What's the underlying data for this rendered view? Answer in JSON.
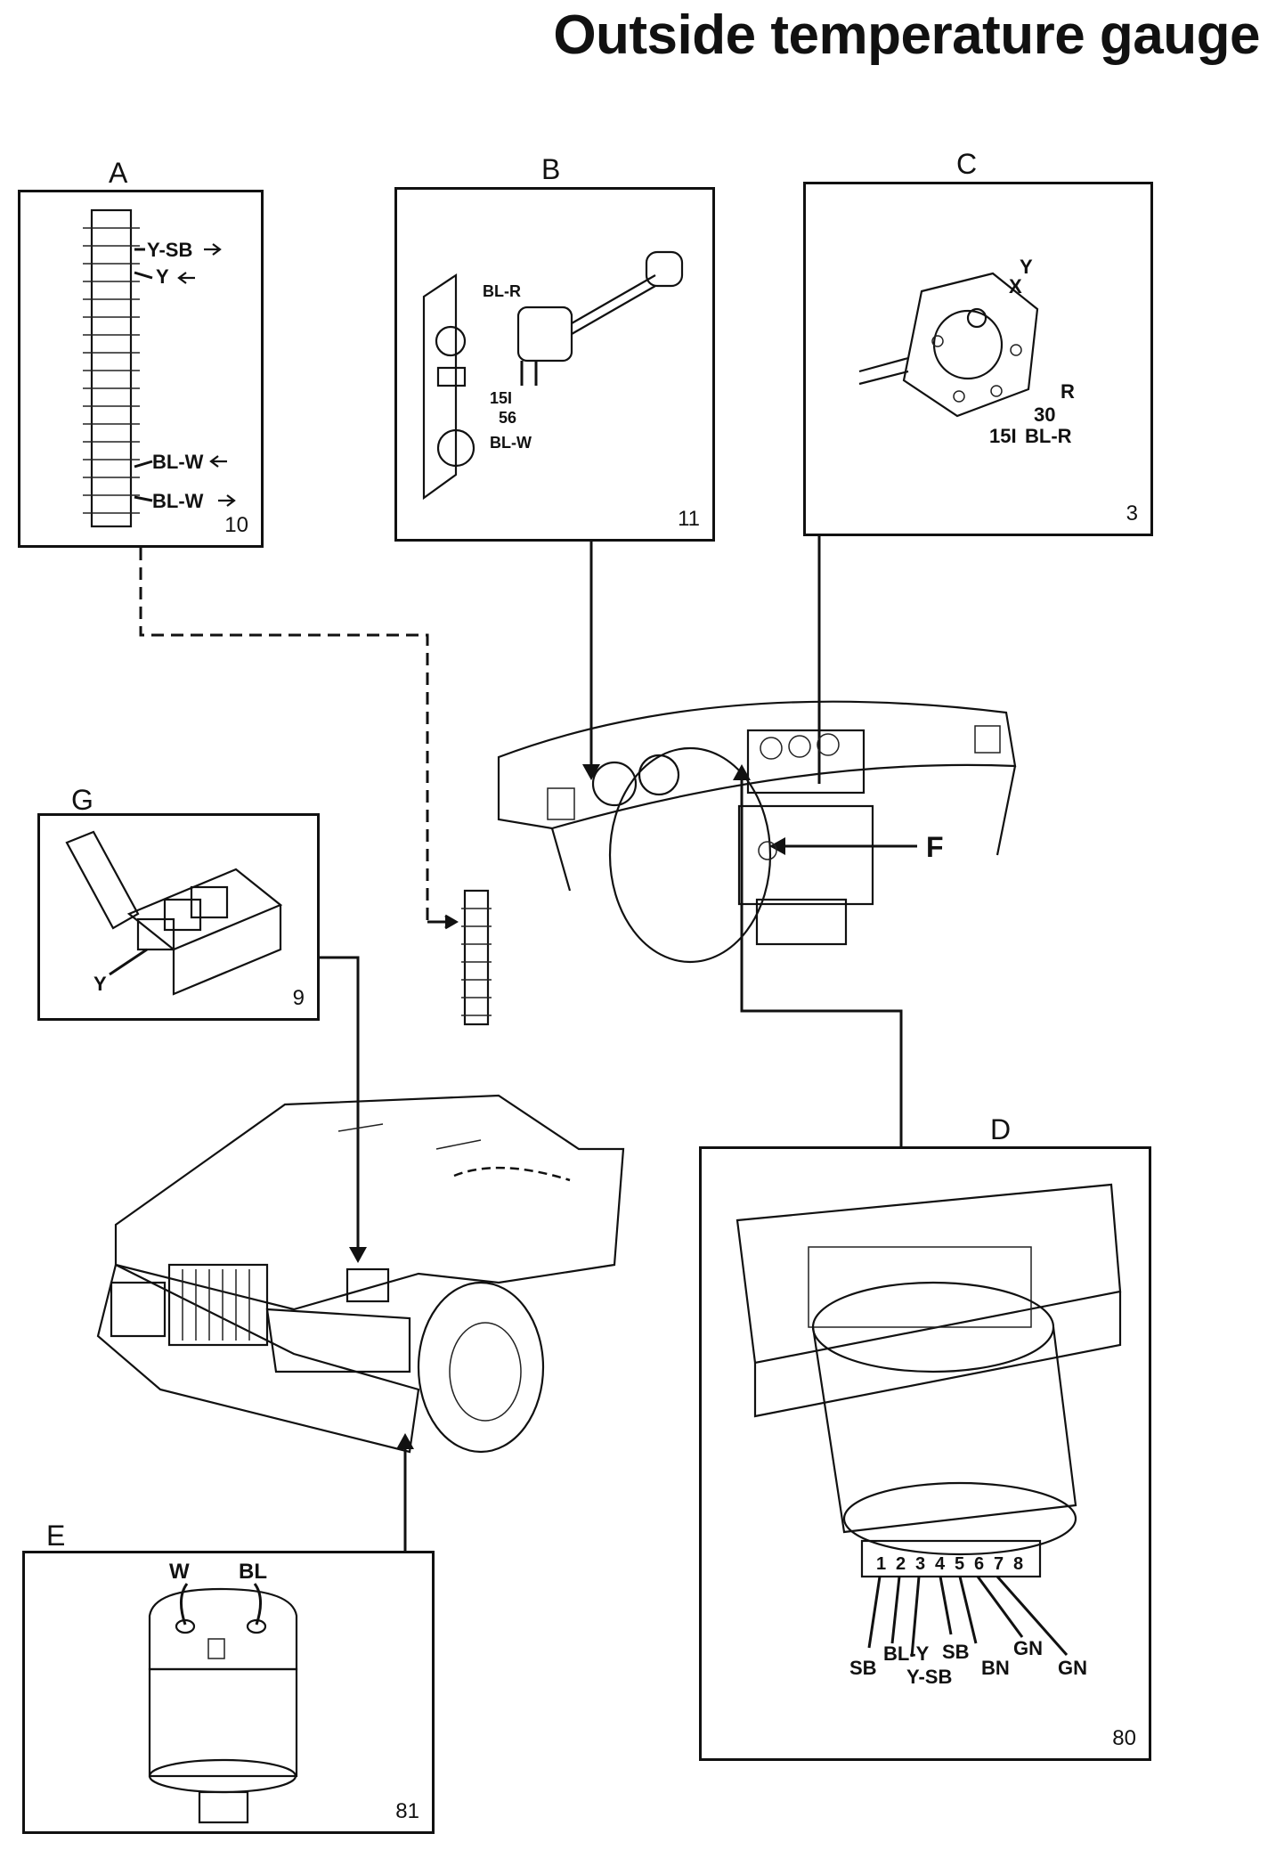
{
  "title": "Outside temperature gauge",
  "panels": {
    "A": {
      "label": "A",
      "number": "10",
      "wires": [
        "Y-SB",
        "Y",
        "BL-W",
        "BL-W"
      ]
    },
    "B": {
      "label": "B",
      "number": "11",
      "wires": [
        "BL-R",
        "15I",
        "56",
        "BL-W"
      ]
    },
    "C": {
      "label": "C",
      "number": "3",
      "wires": [
        "Y",
        "X",
        "R",
        "30",
        "15I",
        "BL-R"
      ]
    },
    "G": {
      "label": "G",
      "number": "9",
      "wires": [
        "Y"
      ]
    },
    "D": {
      "label": "D",
      "number": "80",
      "pins": [
        "1",
        "2",
        "3",
        "4",
        "5",
        "6",
        "7",
        "8"
      ],
      "wires": [
        "SB",
        "BL-Y",
        "Y-SB",
        "SB",
        "BN",
        "GN",
        "GN"
      ]
    },
    "E": {
      "label": "E",
      "number": "81",
      "wires": [
        "W",
        "BL"
      ]
    }
  },
  "callouts": {
    "F": "F"
  }
}
